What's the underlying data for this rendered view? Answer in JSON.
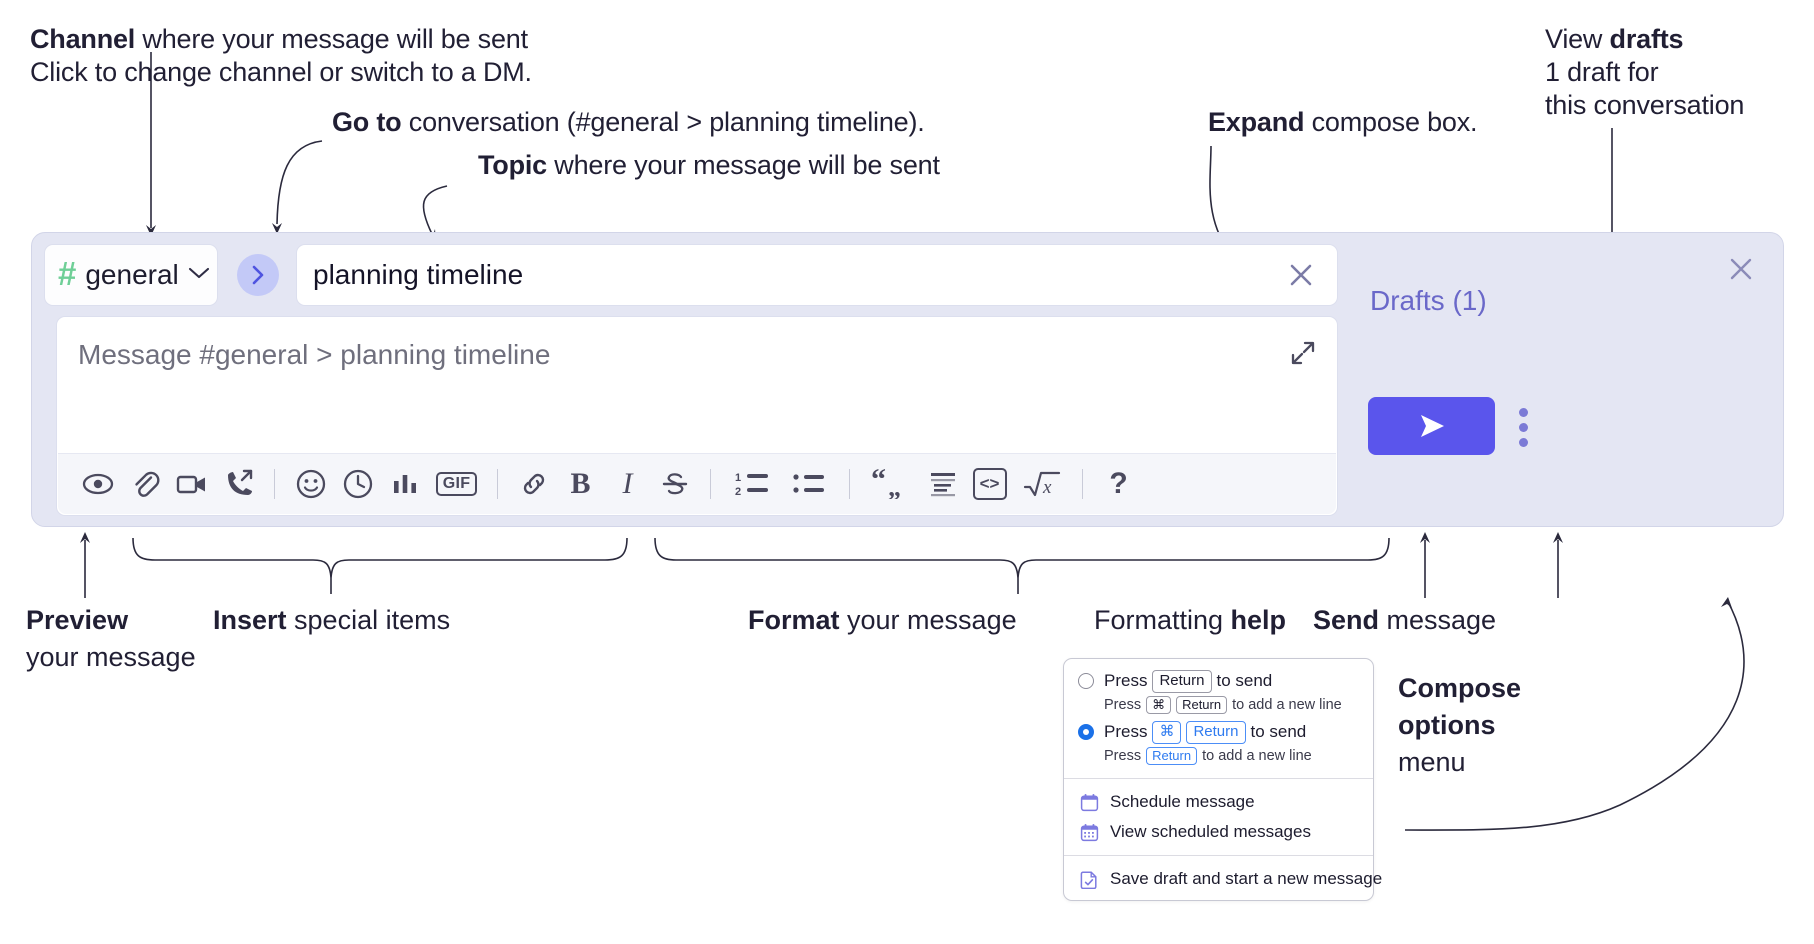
{
  "annotations": {
    "channel_title_bold": "Channel",
    "channel_title_rest": " where your message will be sent",
    "channel_sub": "Click to change channel or switch to a DM.",
    "goto_bold": "Go to",
    "goto_rest": " conversation (#general > planning timeline).",
    "topic_bold": "Topic",
    "topic_rest": " where your message will be sent",
    "expand_bold": "Expand",
    "expand_rest": " compose box.",
    "drafts_bold_pre": "View ",
    "drafts_bold": "drafts",
    "drafts_sub_line1": "1 draft for",
    "drafts_sub_line2": "this conversation",
    "preview_bold": "Preview",
    "preview_line2": "your message",
    "insert_bold": "Insert",
    "insert_rest": " special items",
    "format_bold": "Format",
    "format_rest": " your message",
    "help_pre": "Formatting ",
    "help_bold": "help",
    "send_bold": "Send",
    "send_rest": " message",
    "compose_opts_bold_l1": "Compose",
    "compose_opts_bold_l2": "options",
    "compose_opts_l3": "menu"
  },
  "compose": {
    "channel_name": "general",
    "channel_hash": "#",
    "topic_value": "planning timeline",
    "message_placeholder": "Message #general > planning timeline",
    "drafts_label": "Drafts (1)",
    "send_icon": "paper-plane-icon",
    "goto_icon": "chevron-right-icon",
    "clear_icon": "close-icon",
    "expand_icon": "expand-diagonal-icon"
  },
  "toolbar": {
    "groups": [
      {
        "items": [
          {
            "name": "preview-icon",
            "label": "Preview"
          },
          {
            "name": "attachment-icon",
            "label": "Attach file"
          },
          {
            "name": "video-icon",
            "label": "Record video"
          },
          {
            "name": "call-icon",
            "label": "Call"
          }
        ]
      },
      {
        "items": [
          {
            "name": "emoji-icon",
            "label": "Emoji"
          },
          {
            "name": "clock-icon",
            "label": "Reminder"
          },
          {
            "name": "poll-icon",
            "label": "Poll"
          },
          {
            "name": "gif-icon",
            "label": "GIF"
          }
        ]
      },
      {
        "items": [
          {
            "name": "link-icon",
            "label": "Link"
          },
          {
            "name": "bold-icon",
            "label": "B"
          },
          {
            "name": "italic-icon",
            "label": "I"
          },
          {
            "name": "strikethrough-icon",
            "label": "Strikethrough"
          }
        ]
      },
      {
        "items": [
          {
            "name": "ordered-list-icon",
            "label": "Ordered list"
          },
          {
            "name": "bullet-list-icon",
            "label": "Bulleted list"
          }
        ]
      },
      {
        "items": [
          {
            "name": "blockquote-icon",
            "label": "Blockquote"
          },
          {
            "name": "code-block-icon",
            "label": "Code block"
          },
          {
            "name": "inline-code-icon",
            "label": "Inline code"
          },
          {
            "name": "math-icon",
            "label": "Math"
          }
        ]
      },
      {
        "items": [
          {
            "name": "help-icon",
            "label": "?"
          }
        ]
      }
    ],
    "gif_text": "GIF",
    "bold_text": "B",
    "italic_text": "I",
    "help_text": "?",
    "code_text": "<>"
  },
  "compose_menu": {
    "option1": {
      "selected": false,
      "pre": "Press",
      "key": "Return",
      "post": "to send",
      "sub_pre": "Press",
      "sub_key1": "⌘",
      "sub_key2": "Return",
      "sub_post": "to add a new line"
    },
    "option2": {
      "selected": true,
      "pre": "Press",
      "key1": "⌘",
      "key2": "Return",
      "post": "to send",
      "sub_pre": "Press",
      "sub_key": "Return",
      "sub_post": "to add a new line"
    },
    "items": [
      {
        "icon": "calendar-icon",
        "label": "Schedule message"
      },
      {
        "icon": "calendar-grid-icon",
        "label": "View scheduled messages"
      },
      {
        "icon": "draft-check-icon",
        "label": "Save draft and start a new message"
      }
    ]
  },
  "colors": {
    "panel_bg": "#e4e6f3",
    "accent_purple": "#5a55ec",
    "drafts_purple": "#6a68c9",
    "hash_green": "#6fcf97",
    "radio_blue": "#1b71e8",
    "menu_icon_purple": "#7c7ae0"
  }
}
